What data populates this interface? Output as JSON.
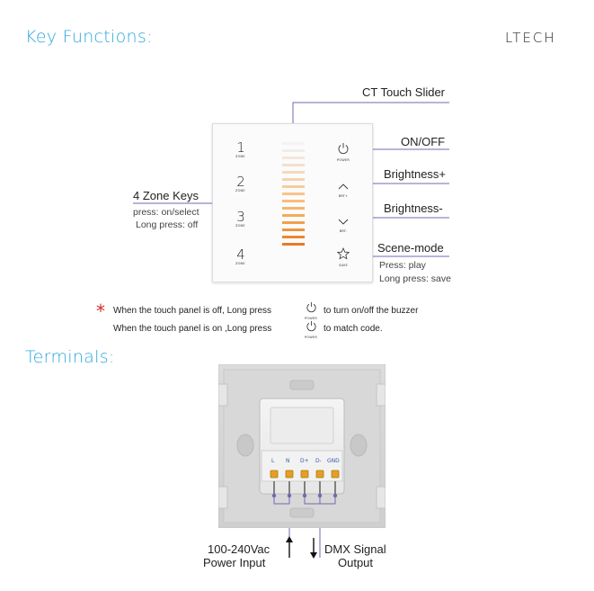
{
  "header": {
    "section_key_functions": "Key Functions:",
    "brand": "LTECH",
    "section_terminals": "Terminals:"
  },
  "panel": {
    "zones": [
      {
        "number": "1",
        "caption": "ZONE"
      },
      {
        "number": "2",
        "caption": "ZONE"
      },
      {
        "number": "3",
        "caption": "ZONE"
      },
      {
        "number": "4",
        "caption": "ZONE"
      }
    ],
    "right_keys": [
      {
        "icon": "power-icon",
        "caption": "POWER"
      },
      {
        "icon": "chevron-up-icon",
        "caption": "BRT+"
      },
      {
        "icon": "chevron-down-icon",
        "caption": "BRT-"
      },
      {
        "icon": "star-icon",
        "caption": "SAVE"
      }
    ],
    "slider_colors": [
      "#f3f3f3",
      "#f1ede8",
      "#f3e7dc",
      "#f4e0cc",
      "#f5dabd",
      "#f6d3ad",
      "#f6cc9e",
      "#f7c48d",
      "#f7bd7c",
      "#f6b56c",
      "#f4ab5b",
      "#f2a04b",
      "#ef943c",
      "#ec872e",
      "#e97a23"
    ]
  },
  "labels": {
    "ct_slider": "CT Touch Slider",
    "on_off": "ON/OFF",
    "brightness_plus": "Brightness+",
    "brightness_minus": "Brightness-",
    "scene_mode": "Scene-mode",
    "scene_press": "Press: play",
    "scene_long": "Long press: save",
    "zone_keys": "4 Zone Keys",
    "zone_press": "press: on/select",
    "zone_long": "Long press: off"
  },
  "notes": {
    "asterisk": "*",
    "line1_before": "When the touch panel is off, Long press",
    "line1_after": "to turn on/off the buzzer",
    "line2_before": "When the touch panel is on ,Long press",
    "line2_after": "to match code.",
    "power_caption": "POWER"
  },
  "terminals": {
    "pins": [
      "L",
      "N",
      "D+",
      "D-",
      "GND"
    ],
    "power_input": [
      "100-240Vac",
      "Power Input"
    ],
    "dmx_output": [
      "DMX Signal",
      "Output"
    ]
  },
  "colors": {
    "accent_blue": "#2fa7df",
    "leader_purple": "#6f6ab3",
    "asterisk_red": "#d42b2b"
  }
}
